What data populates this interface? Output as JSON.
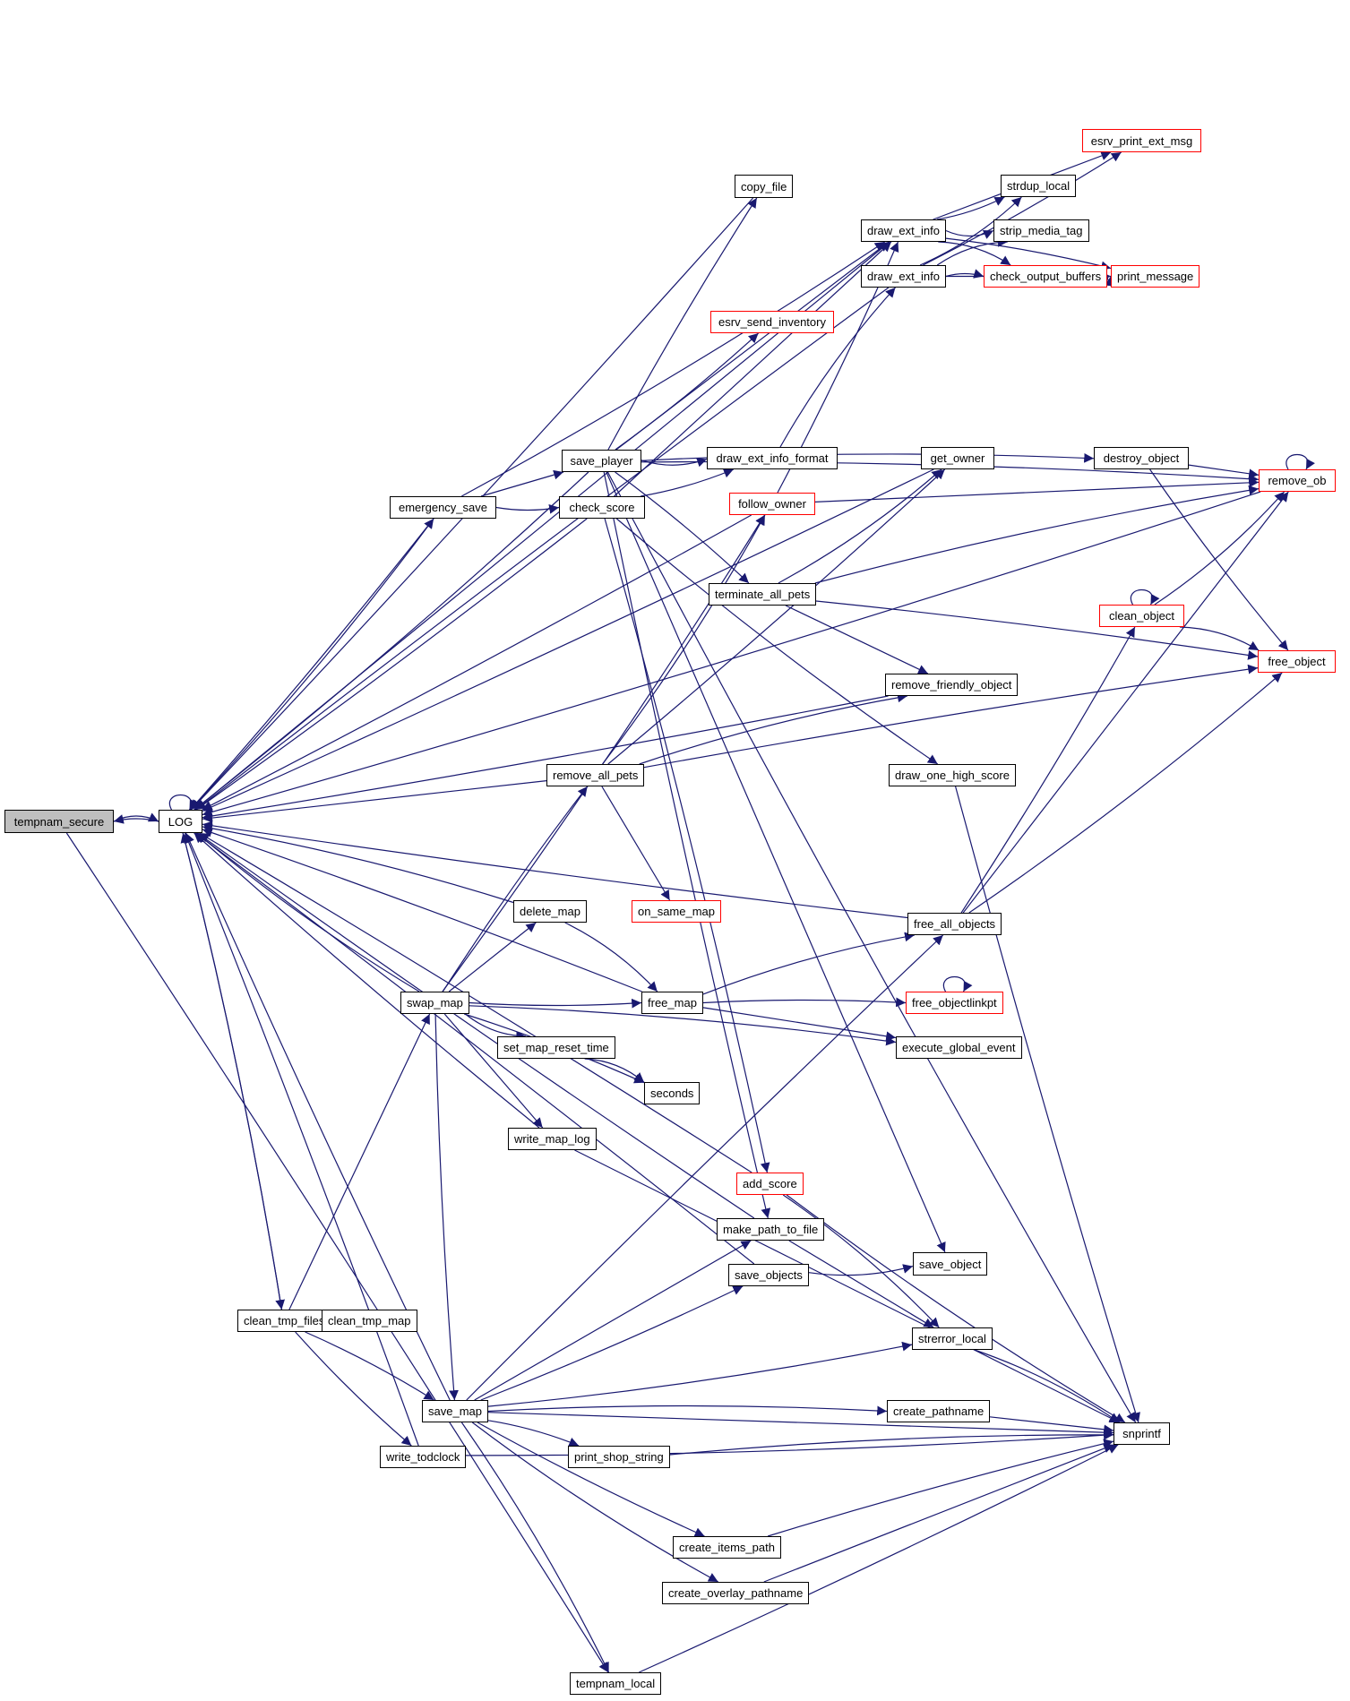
{
  "graph": {
    "title": "Call graph of tempnam_secure",
    "edge_color": "#191970",
    "node_border": "#000000",
    "link_border": "#ff0000",
    "root_fill": "#bfbfbf",
    "nodes": [
      {
        "id": "tempnam_secure",
        "label": "tempnam_secure",
        "style": "root"
      },
      {
        "id": "LOG",
        "label": "LOG",
        "style": "normal"
      },
      {
        "id": "emergency_save",
        "label": "emergency_save",
        "style": "normal"
      },
      {
        "id": "save_player",
        "label": "save_player",
        "style": "normal"
      },
      {
        "id": "check_score",
        "label": "check_score",
        "style": "normal"
      },
      {
        "id": "copy_file",
        "label": "copy_file",
        "style": "normal"
      },
      {
        "id": "draw_ext_info_a",
        "label": "draw_ext_info",
        "style": "normal"
      },
      {
        "id": "draw_ext_info_b",
        "label": "draw_ext_info",
        "style": "normal"
      },
      {
        "id": "esrv_print_ext_msg",
        "label": "esrv_print_ext_msg",
        "style": "red"
      },
      {
        "id": "strdup_local",
        "label": "strdup_local",
        "style": "normal"
      },
      {
        "id": "strip_media_tag",
        "label": "strip_media_tag",
        "style": "normal"
      },
      {
        "id": "check_output_buffers",
        "label": "check_output_buffers",
        "style": "red"
      },
      {
        "id": "print_message",
        "label": "print_message",
        "style": "red"
      },
      {
        "id": "esrv_send_inventory",
        "label": "esrv_send_inventory",
        "style": "red"
      },
      {
        "id": "draw_ext_info_format",
        "label": "draw_ext_info_format",
        "style": "normal"
      },
      {
        "id": "get_owner",
        "label": "get_owner",
        "style": "normal"
      },
      {
        "id": "destroy_object",
        "label": "destroy_object",
        "style": "normal"
      },
      {
        "id": "remove_ob",
        "label": "remove_ob",
        "style": "red"
      },
      {
        "id": "follow_owner",
        "label": "follow_owner",
        "style": "red"
      },
      {
        "id": "terminate_all_pets",
        "label": "terminate_all_pets",
        "style": "normal"
      },
      {
        "id": "clean_object",
        "label": "clean_object",
        "style": "red"
      },
      {
        "id": "free_object",
        "label": "free_object",
        "style": "red"
      },
      {
        "id": "remove_friendly_object",
        "label": "remove_friendly_object",
        "style": "normal"
      },
      {
        "id": "remove_all_pets",
        "label": "remove_all_pets",
        "style": "normal"
      },
      {
        "id": "draw_one_high_score",
        "label": "draw_one_high_score",
        "style": "normal"
      },
      {
        "id": "delete_map",
        "label": "delete_map",
        "style": "normal"
      },
      {
        "id": "on_same_map",
        "label": "on_same_map",
        "style": "red"
      },
      {
        "id": "free_all_objects",
        "label": "free_all_objects",
        "style": "normal"
      },
      {
        "id": "swap_map",
        "label": "swap_map",
        "style": "normal"
      },
      {
        "id": "free_map",
        "label": "free_map",
        "style": "normal"
      },
      {
        "id": "free_objectlinkpt",
        "label": "free_objectlinkpt",
        "style": "red"
      },
      {
        "id": "set_map_reset_time",
        "label": "set_map_reset_time",
        "style": "normal"
      },
      {
        "id": "execute_global_event",
        "label": "execute_global_event",
        "style": "normal"
      },
      {
        "id": "seconds",
        "label": "seconds",
        "style": "normal"
      },
      {
        "id": "write_map_log",
        "label": "write_map_log",
        "style": "normal"
      },
      {
        "id": "add_score",
        "label": "add_score",
        "style": "red"
      },
      {
        "id": "make_path_to_file",
        "label": "make_path_to_file",
        "style": "normal"
      },
      {
        "id": "save_objects",
        "label": "save_objects",
        "style": "normal"
      },
      {
        "id": "save_object",
        "label": "save_object",
        "style": "normal"
      },
      {
        "id": "clean_tmp_files",
        "label": "clean_tmp_files",
        "style": "normal"
      },
      {
        "id": "clean_tmp_map",
        "label": "clean_tmp_map",
        "style": "normal"
      },
      {
        "id": "strerror_local",
        "label": "strerror_local",
        "style": "normal"
      },
      {
        "id": "save_map",
        "label": "save_map",
        "style": "normal"
      },
      {
        "id": "create_pathname",
        "label": "create_pathname",
        "style": "normal"
      },
      {
        "id": "snprintf",
        "label": "snprintf",
        "style": "normal"
      },
      {
        "id": "write_todclock",
        "label": "write_todclock",
        "style": "normal"
      },
      {
        "id": "print_shop_string",
        "label": "print_shop_string",
        "style": "normal"
      },
      {
        "id": "create_items_path",
        "label": "create_items_path",
        "style": "normal"
      },
      {
        "id": "create_overlay_pathname",
        "label": "create_overlay_pathname",
        "style": "normal"
      },
      {
        "id": "tempnam_local",
        "label": "tempnam_local",
        "style": "normal"
      }
    ],
    "edges": [
      [
        "tempnam_secure",
        "LOG"
      ],
      [
        "tempnam_secure",
        "tempnam_local"
      ],
      [
        "LOG",
        "LOG"
      ],
      [
        "LOG",
        "tempnam_secure"
      ],
      [
        "LOG",
        "emergency_save"
      ],
      [
        "LOG",
        "clean_tmp_files"
      ],
      [
        "emergency_save",
        "LOG"
      ],
      [
        "emergency_save",
        "save_player"
      ],
      [
        "emergency_save",
        "check_score"
      ],
      [
        "emergency_save",
        "draw_ext_info_a"
      ],
      [
        "save_player",
        "LOG"
      ],
      [
        "save_player",
        "copy_file"
      ],
      [
        "save_player",
        "draw_ext_info_a"
      ],
      [
        "save_player",
        "esrv_send_inventory"
      ],
      [
        "save_player",
        "draw_ext_info_format"
      ],
      [
        "save_player",
        "destroy_object"
      ],
      [
        "save_player",
        "terminate_all_pets"
      ],
      [
        "save_player",
        "save_object"
      ],
      [
        "save_player",
        "make_path_to_file"
      ],
      [
        "save_player",
        "snprintf"
      ],
      [
        "save_player",
        "remove_ob"
      ],
      [
        "check_score",
        "LOG"
      ],
      [
        "check_score",
        "draw_ext_info_a"
      ],
      [
        "check_score",
        "draw_ext_info_format"
      ],
      [
        "check_score",
        "draw_one_high_score"
      ],
      [
        "check_score",
        "add_score"
      ],
      [
        "copy_file",
        "LOG"
      ],
      [
        "draw_ext_info_a",
        "esrv_print_ext_msg"
      ],
      [
        "draw_ext_info_a",
        "strdup_local"
      ],
      [
        "draw_ext_info_a",
        "strip_media_tag"
      ],
      [
        "draw_ext_info_a",
        "check_output_buffers"
      ],
      [
        "draw_ext_info_a",
        "print_message"
      ],
      [
        "draw_ext_info_a",
        "LOG"
      ],
      [
        "draw_ext_info_b",
        "esrv_print_ext_msg"
      ],
      [
        "draw_ext_info_b",
        "strdup_local"
      ],
      [
        "draw_ext_info_b",
        "strip_media_tag"
      ],
      [
        "draw_ext_info_b",
        "check_output_buffers"
      ],
      [
        "draw_ext_info_b",
        "print_message"
      ],
      [
        "draw_ext_info_b",
        "LOG"
      ],
      [
        "check_output_buffers",
        "print_message"
      ],
      [
        "draw_ext_info_format",
        "draw_ext_info_b"
      ],
      [
        "get_owner",
        "LOG"
      ],
      [
        "destroy_object",
        "remove_ob"
      ],
      [
        "destroy_object",
        "free_object"
      ],
      [
        "remove_ob",
        "remove_ob"
      ],
      [
        "remove_ob",
        "LOG"
      ],
      [
        "follow_owner",
        "LOG"
      ],
      [
        "follow_owner",
        "remove_ob"
      ],
      [
        "follow_owner",
        "draw_ext_info_a"
      ],
      [
        "terminate_all_pets",
        "get_owner"
      ],
      [
        "terminate_all_pets",
        "remove_ob"
      ],
      [
        "terminate_all_pets",
        "free_object"
      ],
      [
        "terminate_all_pets",
        "remove_friendly_object"
      ],
      [
        "clean_object",
        "clean_object"
      ],
      [
        "clean_object",
        "remove_ob"
      ],
      [
        "clean_object",
        "free_object"
      ],
      [
        "remove_friendly_object",
        "LOG"
      ],
      [
        "remove_all_pets",
        "LOG"
      ],
      [
        "remove_all_pets",
        "get_owner"
      ],
      [
        "remove_all_pets",
        "follow_owner"
      ],
      [
        "remove_all_pets",
        "remove_friendly_object"
      ],
      [
        "remove_all_pets",
        "free_object"
      ],
      [
        "remove_all_pets",
        "on_same_map"
      ],
      [
        "draw_one_high_score",
        "snprintf"
      ],
      [
        "delete_map",
        "LOG"
      ],
      [
        "delete_map",
        "free_map"
      ],
      [
        "free_all_objects",
        "LOG"
      ],
      [
        "free_all_objects",
        "remove_ob"
      ],
      [
        "free_all_objects",
        "clean_object"
      ],
      [
        "free_all_objects",
        "free_object"
      ],
      [
        "swap_map",
        "LOG"
      ],
      [
        "swap_map",
        "remove_all_pets"
      ],
      [
        "swap_map",
        "delete_map"
      ],
      [
        "swap_map",
        "free_map"
      ],
      [
        "swap_map",
        "set_map_reset_time"
      ],
      [
        "swap_map",
        "execute_global_event"
      ],
      [
        "swap_map",
        "seconds"
      ],
      [
        "swap_map",
        "write_map_log"
      ],
      [
        "swap_map",
        "save_map"
      ],
      [
        "swap_map",
        "follow_owner"
      ],
      [
        "free_map",
        "free_all_objects"
      ],
      [
        "free_map",
        "free_objectlinkpt"
      ],
      [
        "free_map",
        "execute_global_event"
      ],
      [
        "free_map",
        "LOG"
      ],
      [
        "free_objectlinkpt",
        "free_objectlinkpt"
      ],
      [
        "set_map_reset_time",
        "seconds"
      ],
      [
        "write_map_log",
        "LOG"
      ],
      [
        "write_map_log",
        "snprintf"
      ],
      [
        "add_score",
        "LOG"
      ],
      [
        "add_score",
        "snprintf"
      ],
      [
        "add_score",
        "strerror_local"
      ],
      [
        "make_path_to_file",
        "LOG"
      ],
      [
        "make_path_to_file",
        "strerror_local"
      ],
      [
        "save_objects",
        "LOG"
      ],
      [
        "save_objects",
        "save_object"
      ],
      [
        "clean_tmp_files",
        "clean_tmp_map"
      ],
      [
        "clean_tmp_files",
        "save_map"
      ],
      [
        "clean_tmp_files",
        "swap_map"
      ],
      [
        "clean_tmp_files",
        "write_todclock"
      ],
      [
        "clean_tmp_files",
        "LOG"
      ],
      [
        "strerror_local",
        "snprintf"
      ],
      [
        "save_map",
        "LOG"
      ],
      [
        "save_map",
        "make_path_to_file"
      ],
      [
        "save_map",
        "save_objects"
      ],
      [
        "save_map",
        "strerror_local"
      ],
      [
        "save_map",
        "create_pathname"
      ],
      [
        "save_map",
        "print_shop_string"
      ],
      [
        "save_map",
        "snprintf"
      ],
      [
        "save_map",
        "create_items_path"
      ],
      [
        "save_map",
        "create_overlay_pathname"
      ],
      [
        "save_map",
        "tempnam_local"
      ],
      [
        "save_map",
        "free_all_objects"
      ],
      [
        "create_pathname",
        "snprintf"
      ],
      [
        "write_todclock",
        "LOG"
      ],
      [
        "write_todclock",
        "snprintf"
      ],
      [
        "print_shop_string",
        "snprintf"
      ],
      [
        "create_items_path",
        "snprintf"
      ],
      [
        "create_overlay_pathname",
        "snprintf"
      ],
      [
        "tempnam_local",
        "snprintf"
      ]
    ]
  }
}
